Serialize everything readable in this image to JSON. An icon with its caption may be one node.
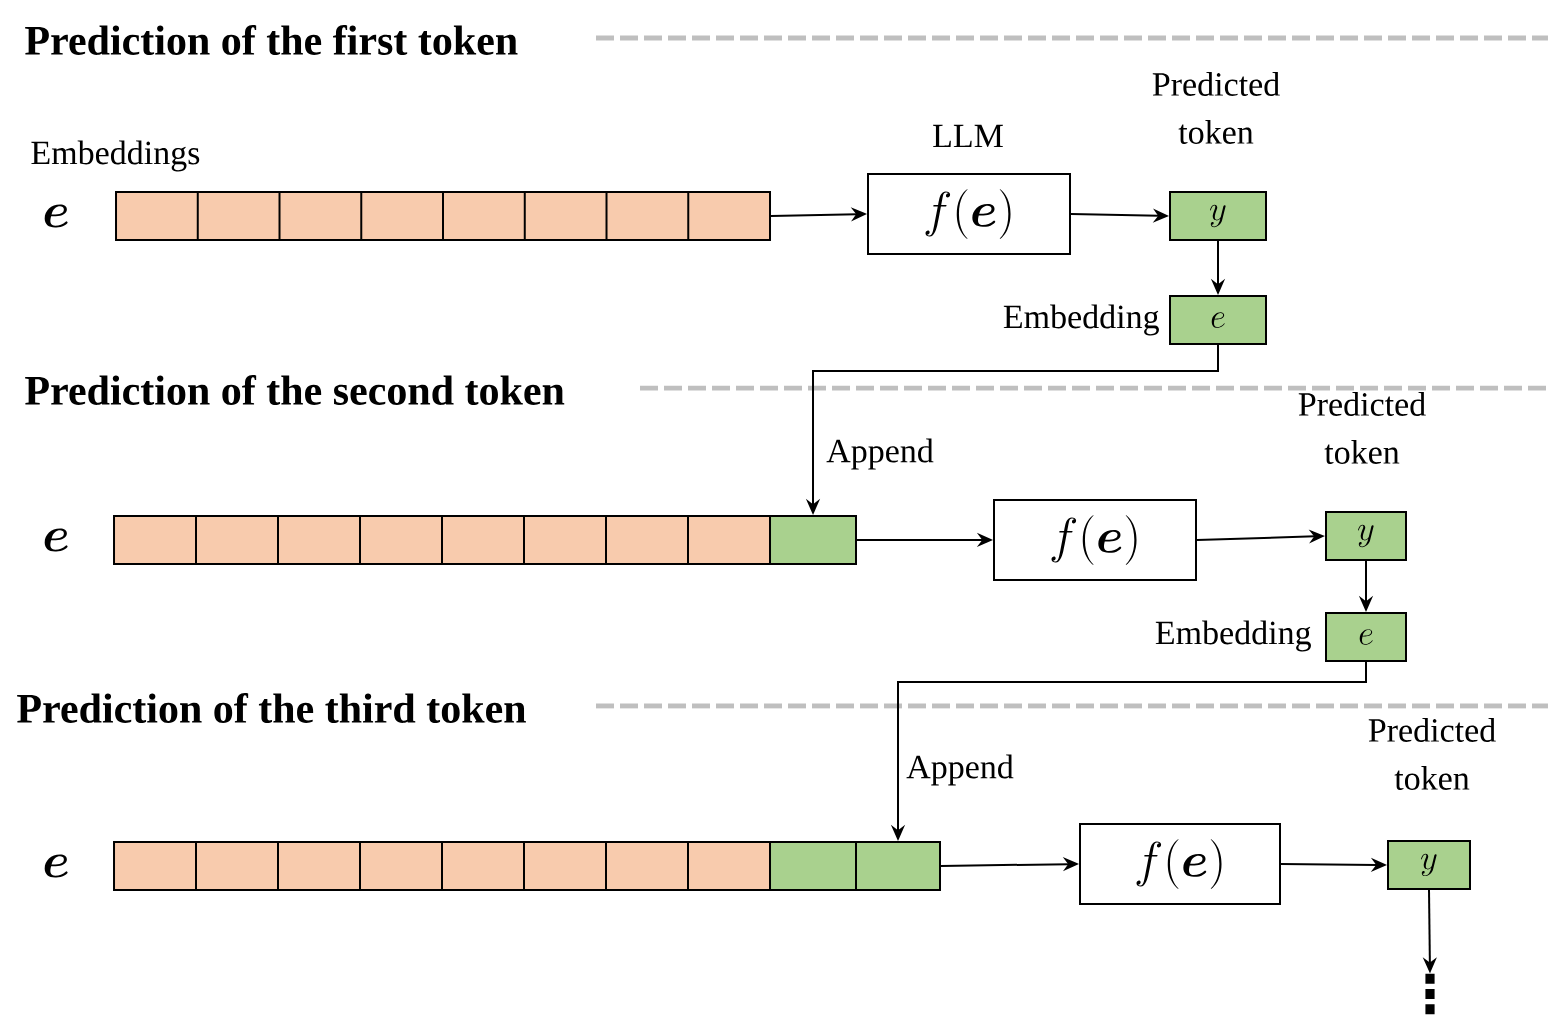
{
  "diagram": {
    "nodes": [
      {
        "text": [],
        "shape": "bar",
        "beside": [
          "Embeddings"
        ]
      },
      {
        "text": [
          "f(\\boldsymbol{e})"
        ],
        "beside": [
          "LLM"
        ]
      },
      {
        "text": [
          "y"
        ],
        "beside": [
          "Predicted token"
        ]
      },
      {
        "text": [
          "e"
        ],
        "beside": [
          "Embedding"
        ]
      },
      {
        "text": [],
        "shape": "bar"
      },
      {
        "text": [],
        "shape": "box"
      },
      {
        "text": [
          "f(\\boldsymbol{e})"
        ]
      },
      {
        "text": [
          "y"
        ],
        "beside": [
          "Predicted token"
        ]
      },
      {
        "text": [
          "e"
        ],
        "beside": [
          "Embedding"
        ]
      },
      {
        "text": [],
        "shape": "bar"
      },
      {
        "text": [],
        "shape": "box"
      },
      {
        "text": [],
        "shape": "box"
      },
      {
        "text": [
          "f(\\boldsymbol{e})"
        ]
      },
      {
        "text": [
          "y"
        ],
        "beside": [
          "Predicted token"
        ]
      },
      {
        "text": [
          "⋮"
        ]
      }
    ],
    "edges": [
      {
        "from": 0,
        "to": 1,
        "arrow": "to"
      },
      {
        "from": 1,
        "to": 2,
        "arrow": "to"
      },
      {
        "from": 2,
        "to": 3,
        "arrow": "to"
      },
      {
        "from": 3,
        "to": 5,
        "arrow": "to",
        "label": "Append"
      },
      {
        "from": 5,
        "to": 6,
        "arrow": "to"
      },
      {
        "from": 6,
        "to": 7,
        "arrow": "to"
      },
      {
        "from": 7,
        "to": 8,
        "arrow": "to"
      },
      {
        "from": 8,
        "to": 11,
        "arrow": "to",
        "label": "Append"
      },
      {
        "from": 11,
        "to": 12,
        "arrow": "to"
      },
      {
        "from": 12,
        "to": 13,
        "arrow": "to"
      },
      {
        "from": 13,
        "to": 14,
        "arrow": "to"
      }
    ],
    "labels": [
      "Prediction of the first token",
      "\\boldsymbol{e}",
      "Prediction of the second token",
      "\\boldsymbol{e}",
      "Prediction of the third token",
      "\\boldsymbol{e}"
    ]
  }
}
